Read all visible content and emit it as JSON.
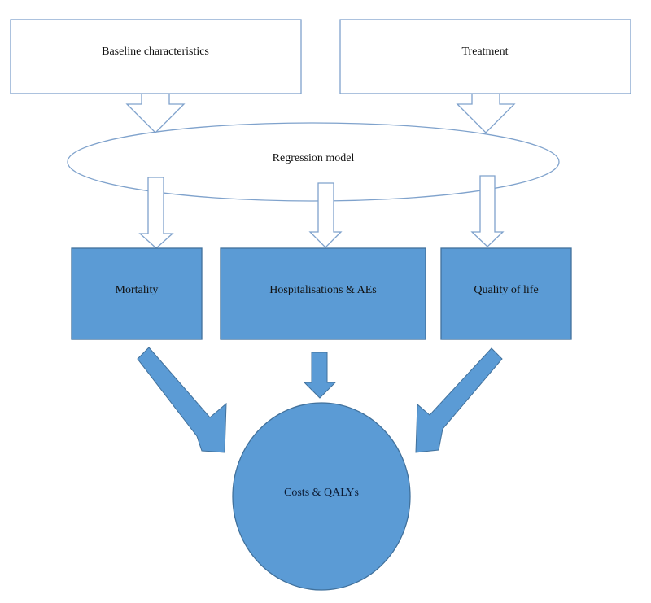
{
  "diagram": {
    "colors": {
      "outline": "#7fa2cc",
      "fill": "#5b9bd5",
      "fill_stroke": "#41719c"
    },
    "inputs": [
      {
        "id": "baseline",
        "label": "Baseline characteristics"
      },
      {
        "id": "treatment",
        "label": "Treatment"
      }
    ],
    "model": {
      "label": "Regression model"
    },
    "outcomes": [
      {
        "id": "mortality",
        "label": "Mortality"
      },
      {
        "id": "hospitalisations",
        "label": "Hospitalisations & AEs"
      },
      {
        "id": "quality-of-life",
        "label": "Quality of life"
      }
    ],
    "result": {
      "label": "Costs & QALYs"
    },
    "edges": [
      {
        "from": "baseline",
        "to": "model"
      },
      {
        "from": "treatment",
        "to": "model"
      },
      {
        "from": "model",
        "to": "mortality"
      },
      {
        "from": "model",
        "to": "hospitalisations"
      },
      {
        "from": "model",
        "to": "quality-of-life"
      },
      {
        "from": "mortality",
        "to": "result"
      },
      {
        "from": "hospitalisations",
        "to": "result"
      },
      {
        "from": "quality-of-life",
        "to": "result"
      }
    ]
  }
}
